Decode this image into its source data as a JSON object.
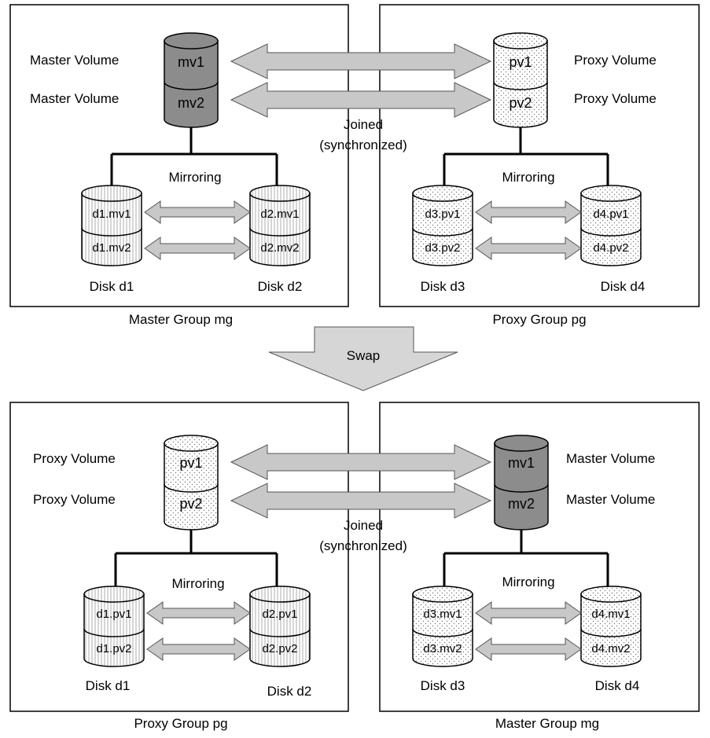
{
  "before": {
    "left_group": {
      "caption": "Master Group mg",
      "volume_label_top": "Master Volume",
      "volume_label_bottom": "Master Volume",
      "volume_top": "mv1",
      "volume_bottom": "mv2",
      "mirroring": "Mirroring",
      "disk_a": {
        "top": "d1.mv1",
        "bottom": "d1.mv2",
        "caption": "Disk d1"
      },
      "disk_b": {
        "top": "d2.mv1",
        "bottom": "d2.mv2",
        "caption": "Disk d2"
      }
    },
    "right_group": {
      "caption": "Proxy Group pg",
      "volume_label_top": "Proxy Volume",
      "volume_label_bottom": "Proxy Volume",
      "volume_top": "pv1",
      "volume_bottom": "pv2",
      "mirroring": "Mirroring",
      "disk_a": {
        "top": "d3.pv1",
        "bottom": "d3.pv2",
        "caption": "Disk d3"
      },
      "disk_b": {
        "top": "d4.pv1",
        "bottom": "d4.pv2",
        "caption": "Disk d4"
      }
    },
    "link_line1": "Joined",
    "link_line2": "(synchronized)"
  },
  "swap_label": "Swap",
  "after": {
    "left_group": {
      "caption": "Proxy Group pg",
      "volume_label_top": "Proxy Volume",
      "volume_label_bottom": "Proxy Volume",
      "volume_top": "pv1",
      "volume_bottom": "pv2",
      "mirroring": "Mirroring",
      "disk_a": {
        "top": "d1.pv1",
        "bottom": "d1.pv2",
        "caption": "Disk d1"
      },
      "disk_b": {
        "top": "d2.pv1",
        "bottom": "d2.pv2",
        "caption": "Disk d2"
      }
    },
    "right_group": {
      "caption": "Master Group mg",
      "volume_label_top": "Master Volume",
      "volume_label_bottom": "Master Volume",
      "volume_top": "mv1",
      "volume_bottom": "mv2",
      "mirroring": "Mirroring",
      "disk_a": {
        "top": "d3.mv1",
        "bottom": "d3.mv2",
        "caption": "Disk d3"
      },
      "disk_b": {
        "top": "d4.mv1",
        "bottom": "d4.mv2",
        "caption": "Disk d4"
      }
    },
    "link_line1": "Joined",
    "link_line2": "(synchronized)"
  },
  "colors": {
    "master_volume_fill": "#8c8c8c",
    "proxy_volume_fill": "#ffffff",
    "disk_fill": "#ffffff",
    "arrow_fill": "#c8c8c8",
    "line": "#000000"
  }
}
